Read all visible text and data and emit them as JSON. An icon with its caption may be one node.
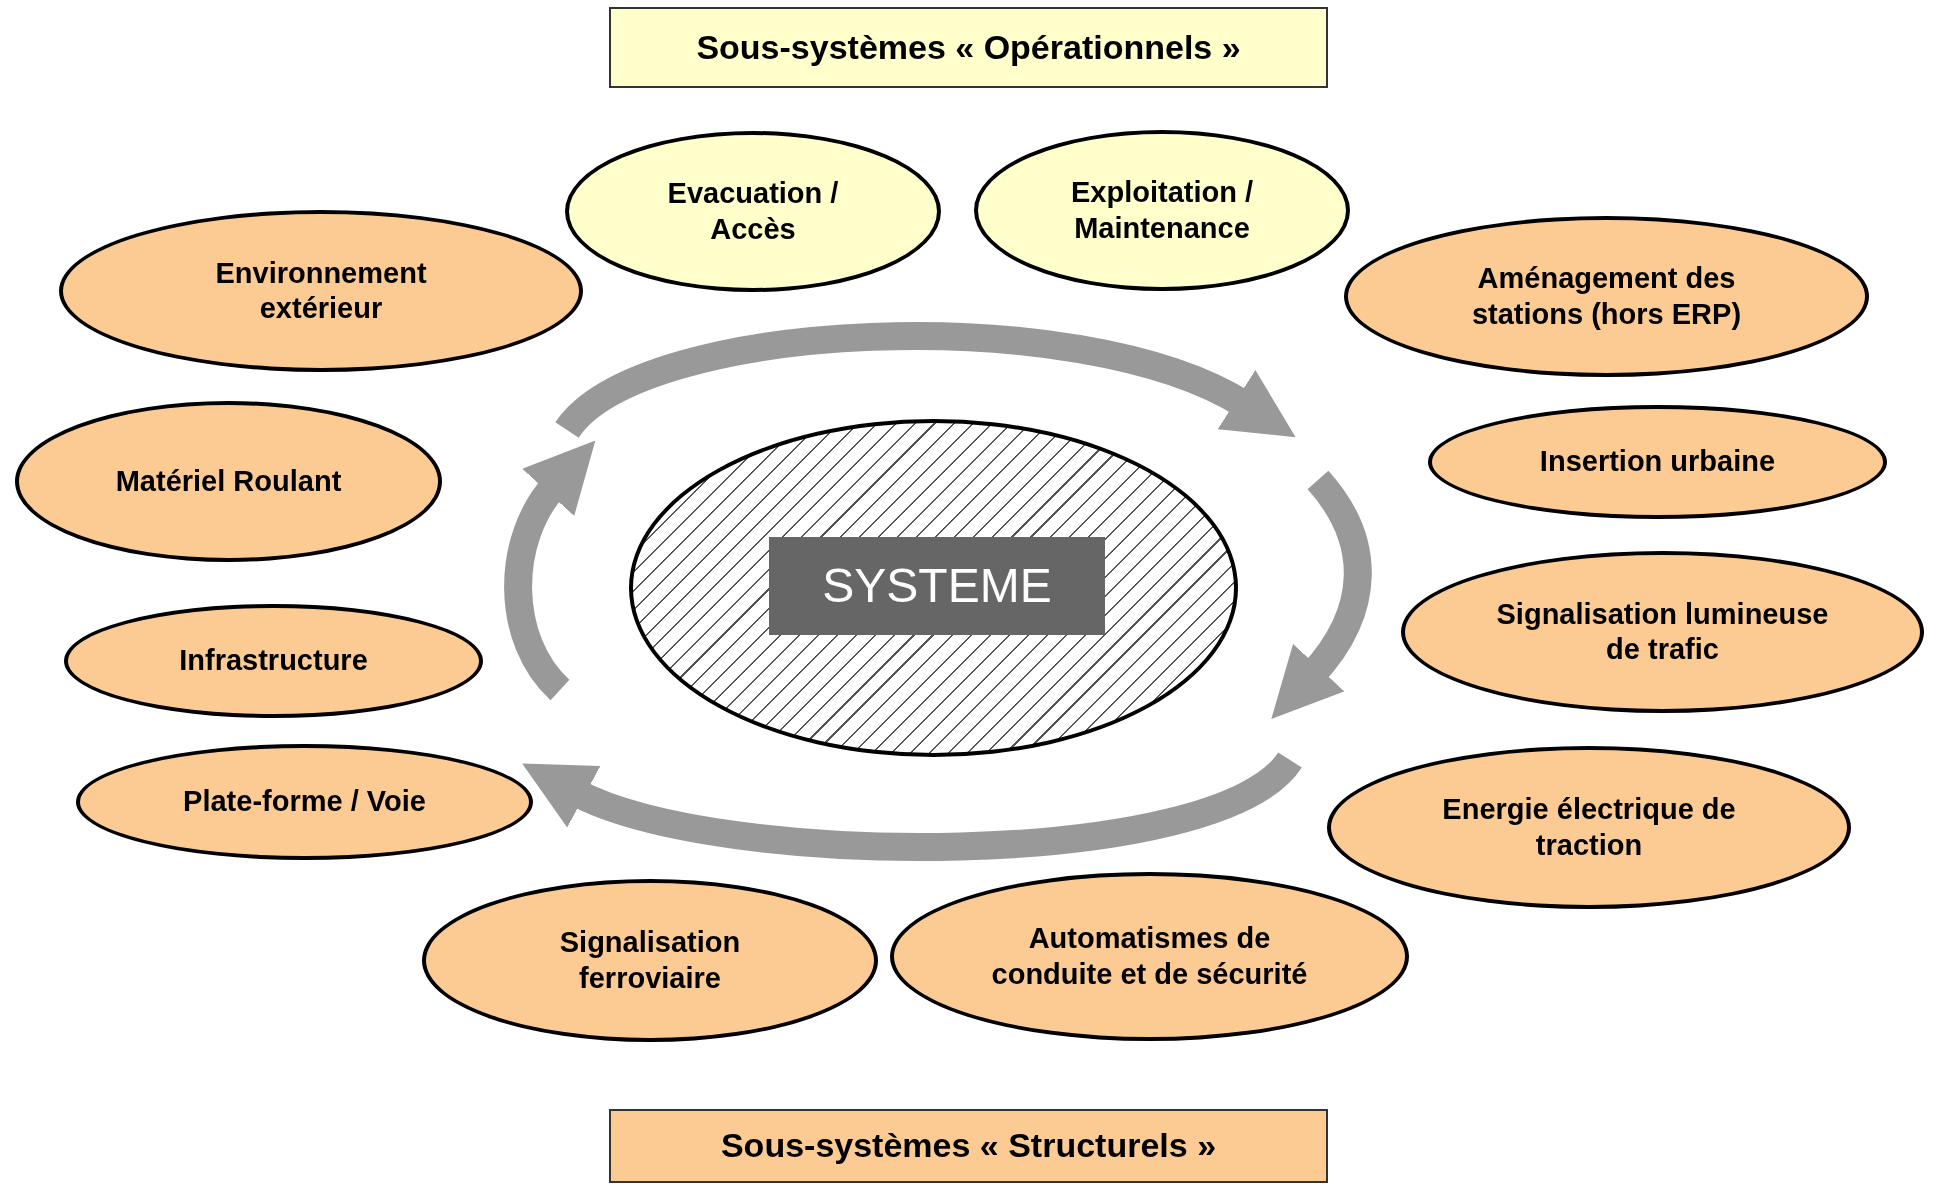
{
  "diagram": {
    "nodes": [
      {
        "text": [
          "Sous-systèmes « Opérationnels »"
        ]
      },
      {
        "text": [
          "Evacuation / Accès"
        ]
      },
      {
        "text": [
          "Exploitation / Maintenance"
        ]
      },
      {
        "text": [
          "Environnement extérieur"
        ]
      },
      {
        "text": [
          "Aménagement des stations (hors ERP)"
        ]
      },
      {
        "text": [
          "Matériel Roulant"
        ]
      },
      {
        "text": [
          "Insertion urbaine"
        ]
      },
      {
        "text": [],
        "shape": "ellipse"
      },
      {
        "text": [
          "SYSTEME"
        ],
        "in": 7
      },
      {
        "text": [
          "Infrastructure"
        ]
      },
      {
        "text": [
          "Signalisation lumineuse de trafic"
        ]
      },
      {
        "text": [
          "Plate-forme / Voie"
        ]
      },
      {
        "text": [
          "Energie électrique de traction"
        ]
      },
      {
        "text": [
          "Signalisation ferroviaire"
        ]
      },
      {
        "text": [
          "Automatismes de conduite et de sécurité"
        ]
      },
      {
        "text": [
          "Sous-systèmes « Structurels »"
        ]
      }
    ]
  }
}
